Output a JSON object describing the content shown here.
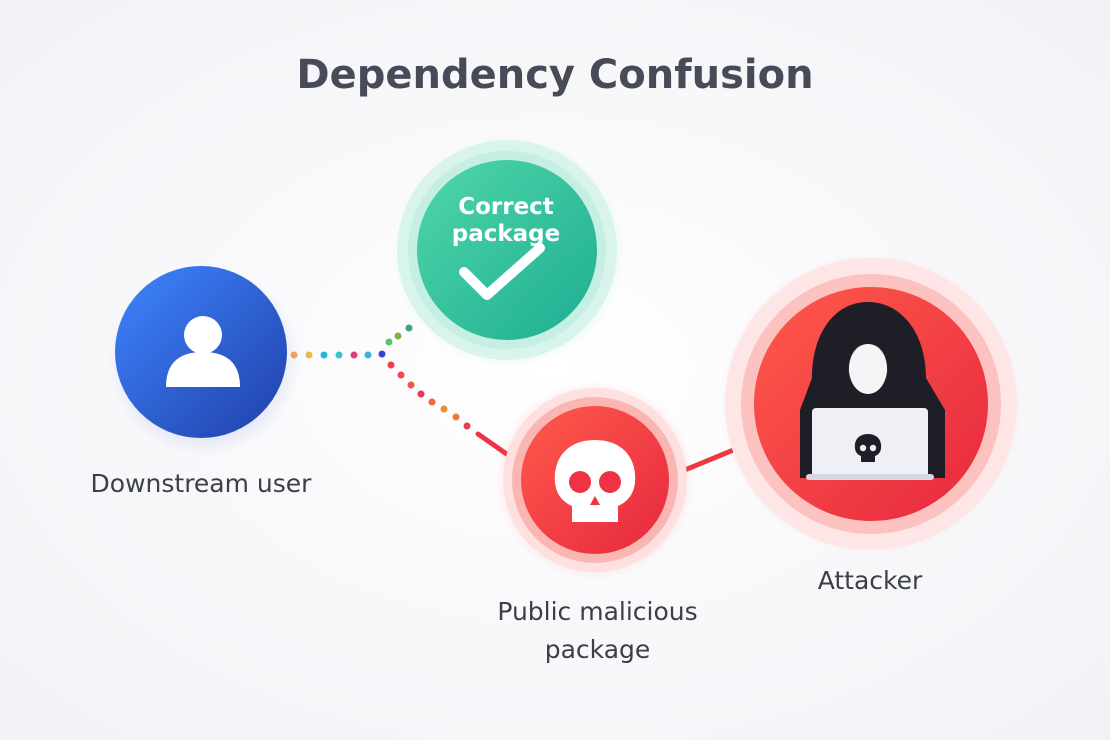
{
  "title": "Dependency Confusion",
  "nodes": {
    "user": {
      "label": "Downstream user"
    },
    "correct": {
      "label_line1": "Correct",
      "label_line2": "package"
    },
    "malicious": {
      "label_line1": "Public malicious",
      "label_line2": "package"
    },
    "attacker": {
      "label": "Attacker"
    }
  },
  "colors": {
    "user": "#2f6be0",
    "correct": "#2ec4a0",
    "malicious": "#f1413f",
    "attacker": "#f2413f",
    "text": "#3a3f4b"
  },
  "icons": {
    "user": "person-icon",
    "correct": "checkmark-icon",
    "malicious": "skull-icon",
    "attacker": "hooded-hacker-laptop-icon"
  }
}
